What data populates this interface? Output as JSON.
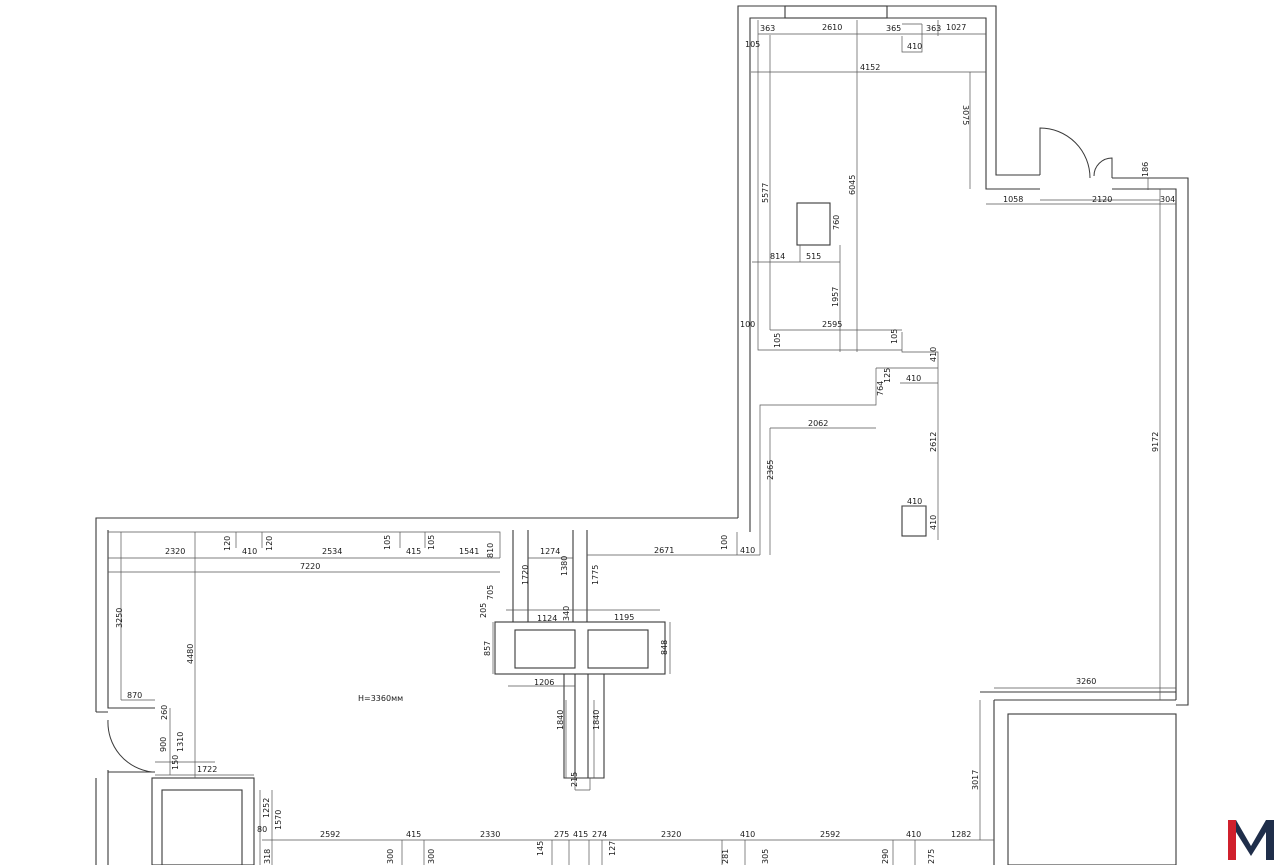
{
  "annotation": {
    "height_label": "H=3360мм"
  },
  "colors": {
    "wall": "#3a3a3a",
    "dimension": "#555555",
    "logo_red": "#d0202c",
    "logo_navy": "#1f2e4a"
  },
  "icons": {
    "logo": "m-logo-icon"
  },
  "dimensions": {
    "top": [
      "105",
      "363",
      "2610",
      "365",
      "410",
      "363",
      "1027",
      "4152",
      "3075"
    ],
    "upper_room": [
      "5577",
      "6045",
      "760",
      "814",
      "515",
      "1957",
      "100",
      "2595",
      "105",
      "105",
      "410",
      "410",
      "125",
      "764",
      "2062",
      "2365",
      "2612",
      "410",
      "410"
    ],
    "right": [
      "186",
      "1058",
      "2120",
      "304",
      "9172",
      "3260",
      "3017"
    ],
    "left_room": [
      "2320",
      "120",
      "410",
      "120",
      "2534",
      "105",
      "415",
      "105",
      "1541",
      "810",
      "7220",
      "3250",
      "4480",
      "870",
      "260",
      "900",
      "1310",
      "150",
      "1722",
      "1252",
      "80",
      "1570",
      "318"
    ],
    "center": [
      "1274",
      "1720",
      "1380",
      "1775",
      "2671",
      "100",
      "410",
      "205",
      "705",
      "1124",
      "340",
      "1195",
      "857",
      "848",
      "1206",
      "1840",
      "1840",
      "215"
    ],
    "bottom": [
      "2592",
      "415",
      "2330",
      "275",
      "415",
      "274",
      "2320",
      "410",
      "2592",
      "410",
      "1282",
      "300",
      "300",
      "145",
      "127",
      "281",
      "305",
      "290",
      "275"
    ]
  }
}
